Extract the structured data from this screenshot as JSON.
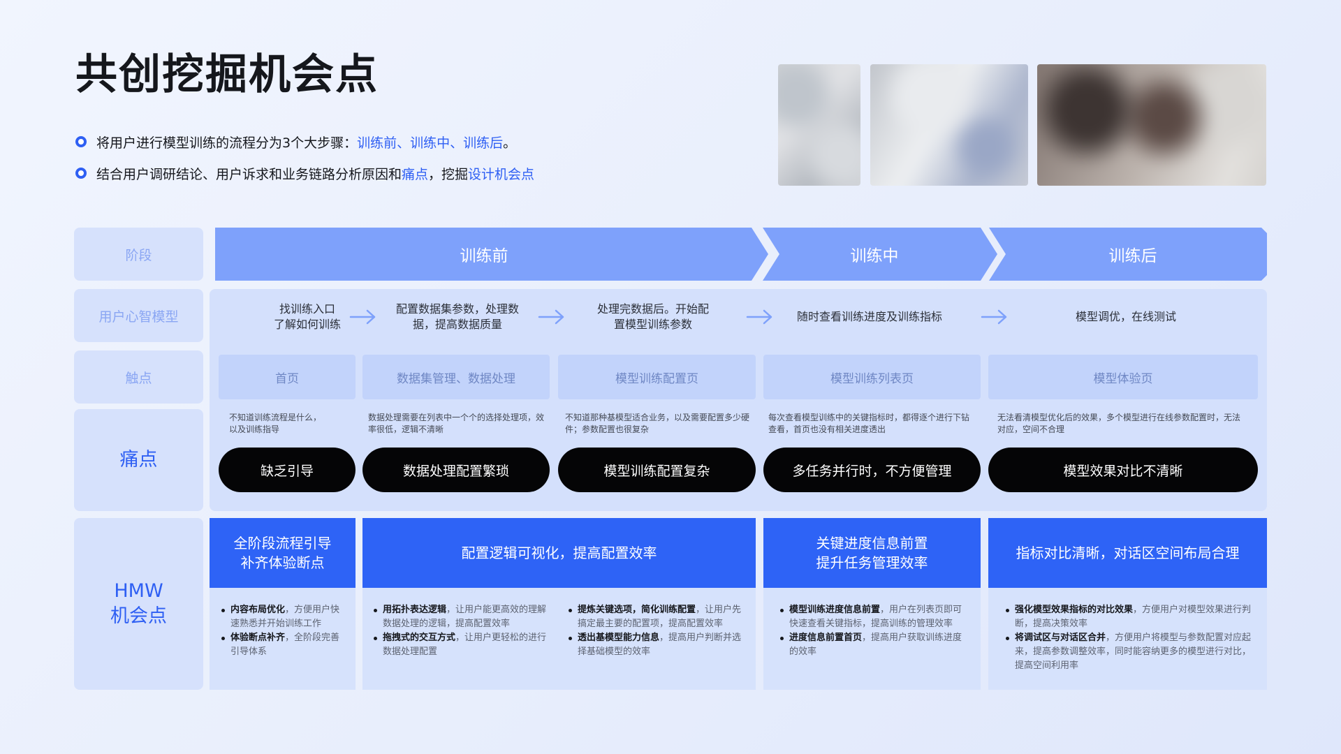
{
  "title": "共创挖掘机会点",
  "bullets": [
    {
      "text": "将用户进行模型训练的流程分为3个大步骤：",
      "hl": "训练前、训练中、训练后",
      "tail": "。"
    },
    {
      "text": "结合用户调研结论、用户诉求和业务链路分析原因和",
      "hl": "痛点",
      "mid": "，挖掘",
      "hl2": "设计机会点"
    }
  ],
  "row_labels": {
    "stage": "阶段",
    "mental": "用户心智模型",
    "touch": "触点",
    "pain": "痛点",
    "hmw": "HMW\n机会点"
  },
  "stages": [
    "训练前",
    "训练中",
    "训练后"
  ],
  "mental_model": [
    "找训练入口\n了解如何训练",
    "配置数据集参数，处理数\n据，提高数据质量",
    "处理完数据后。开始配\n置模型训练参数",
    "随时查看训练进度及训练指标",
    "模型调优，在线测试"
  ],
  "touchpoints": [
    "首页",
    "数据集管理、数据处理",
    "模型训练配置页",
    "模型训练列表页",
    "模型体验页"
  ],
  "pain_desc": [
    "不知道训练流程是什么，\n以及训练指导",
    "数据处理需要在列表中一个个的选择处理项，效\n率很低，逻辑不清晰",
    "不知道那种基模型适合业务，以及需要配置多少硬\n件；参数配置也很复杂",
    "每次查看模型训练中的关键指标时，都得逐个进行下钻\n查看，首页也没有相关进度透出",
    "无法看清模型优化后的效果，多个模型进行在线参数配置时，无法\n对应，空间不合理"
  ],
  "pain_points": [
    "缺乏引导",
    "数据处理配置繁琐",
    "模型训练配置复杂",
    "多任务并行时，不方便管理",
    "模型效果对比不清晰"
  ],
  "hmw_titles": [
    "全阶段流程引导\n补齐体验断点",
    "配置逻辑可视化，提高配置效率",
    "关键进度信息前置\n提升任务管理效率",
    "指标对比清晰，对话区空间布局合理"
  ],
  "hmw_details": {
    "c1": [
      {
        "b": "内容布局优化",
        "t": "，方便用户快速熟悉并开始训练工作"
      },
      {
        "b": "体验断点补齐",
        "t": "，全阶段完善引导体系"
      }
    ],
    "c2a": [
      {
        "b": "用拓扑表达逻辑",
        "t": "，让用户能更高效的理解数据处理的逻辑，提高配置效率"
      },
      {
        "b": "拖拽式的交互方式",
        "t": "，让用户更轻松的进行数据处理配置"
      }
    ],
    "c2b": [
      {
        "b": "提炼关键选项，简化训练配置",
        "t": "，让用户先搞定最主要的配置项，提高配置效率"
      },
      {
        "b": "透出基模型能力信息",
        "t": "，提高用户判断并选择基础模型的效率"
      }
    ],
    "c3": [
      {
        "b": "模型训练进度信息前置",
        "t": "，用户在列表页即可快速查看关键指标，提高训练的管理效率"
      },
      {
        "b": "进度信息前置首页",
        "t": "，提高用户获取训练进度的效率"
      }
    ],
    "c4": [
      {
        "b": "强化模型效果指标的对比效果",
        "t": "，方便用户对模型效果进行判断，提高决策效率"
      },
      {
        "b": "将调试区与对话区合并",
        "t": "，方便用户将模型与参数配置对应起来，提高参数调整效率，同时能容纳更多的模型进行对比，提高空间利用率"
      }
    ]
  },
  "colors": {
    "accent": "#2e63f6",
    "stage": "#7ea1fb",
    "pill": "#050506"
  }
}
